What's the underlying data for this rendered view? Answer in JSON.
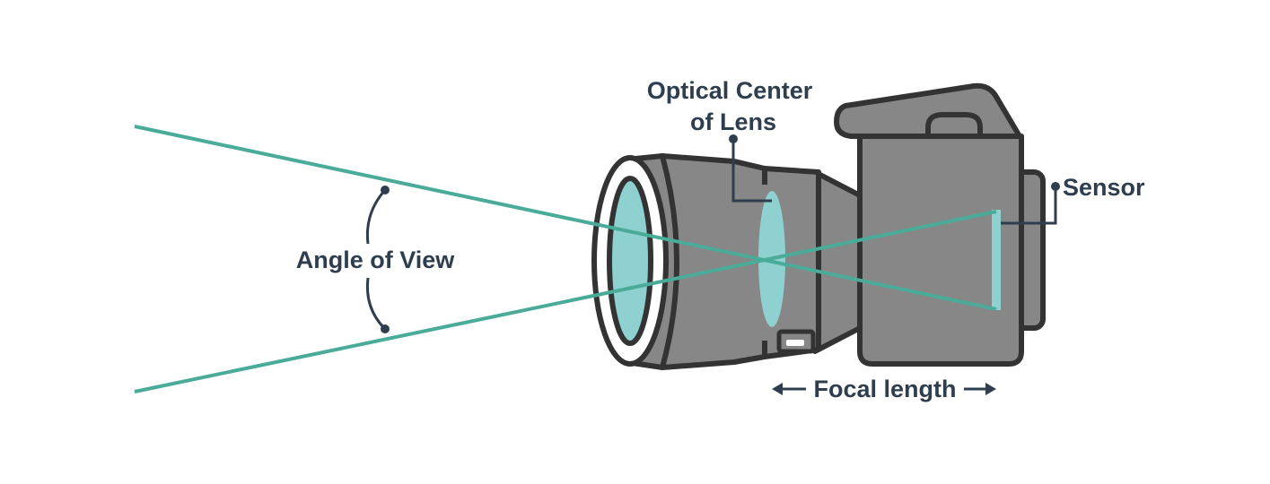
{
  "labels": {
    "angle_of_view": "Angle of View",
    "optical_center_line1": "Optical Center",
    "optical_center_line2": "of Lens",
    "sensor": "Sensor",
    "focal_length": "Focal length"
  },
  "colors": {
    "ray": "#4aab98",
    "body": "#878787",
    "outline": "#333333",
    "glass": "#8fd0d0",
    "text": "#2e3e4e",
    "ring": "#ffffff"
  }
}
